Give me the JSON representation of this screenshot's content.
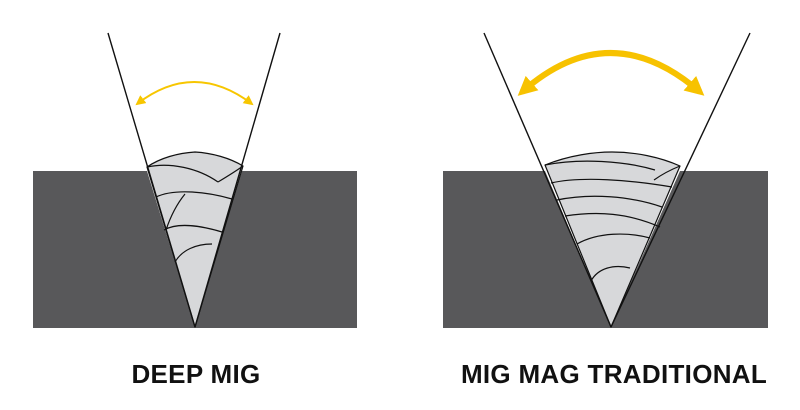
{
  "colors": {
    "background": "#ffffff",
    "plate": "#58585a",
    "weld_fill": "#d7d8da",
    "line": "#111111",
    "arrow_deep": "#f7c600",
    "arrow_traditional": "#f7c200"
  },
  "panels": [
    {
      "id": "deep-mig",
      "caption": "DEEP MIG"
    },
    {
      "id": "mig-mag-traditional",
      "caption": "MIG MAG TRADITIONAL"
    }
  ]
}
